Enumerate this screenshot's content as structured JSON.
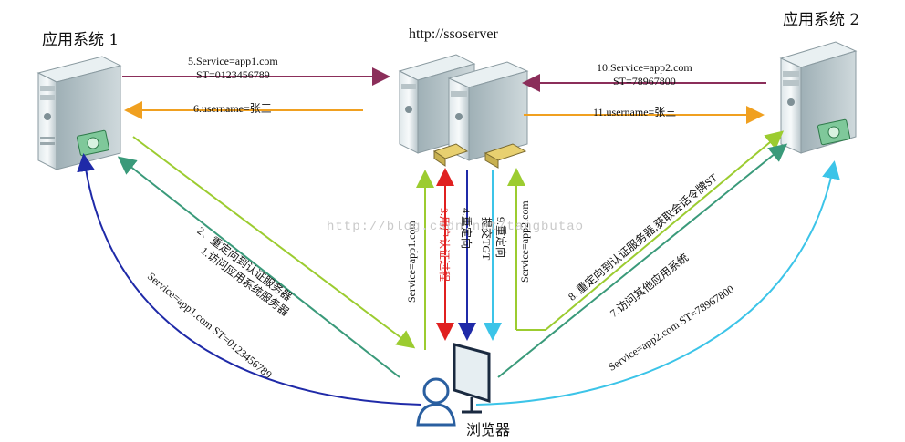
{
  "labels": {
    "app1": "应用系统 1",
    "app2": "应用系统 2",
    "sso": "http://ssoserver",
    "browser": "浏览器"
  },
  "messages": {
    "m1": "1.访问应用系统服务器",
    "m2": "2、重定向到认证服务器",
    "m3": "3.用户认证过程",
    "m4": "4.重定向",
    "m5a": "5.Service=app1.com",
    "m5b": "ST=0123456789",
    "m6": "6.username=张三",
    "m7": "7.访问其他应用系统",
    "m8": "8. 重定向到认证服务器,获取会话令牌ST",
    "m9a": "9.重定向",
    "m9b": "提交TGT",
    "m10a": "10.Service=app2.com",
    "m10b": "ST=78967800",
    "m11": "11.username=张三",
    "svc_app1": "Service=app1.com",
    "svc_app2": "Service=app2.com",
    "curve_left": "Service=app1.com ST=0123456789",
    "curve_right": "Service=app2.com ST=78967800"
  },
  "watermark": "http://blog.csdn.net/tangbutao",
  "colors": {
    "purple": "#8b2e5a",
    "orange": "#f0a020",
    "lime": "#9ccc30",
    "teal": "#3a9a7a",
    "navy": "#1f2aa8",
    "cyan": "#3cc4e8",
    "red": "#e02020"
  }
}
